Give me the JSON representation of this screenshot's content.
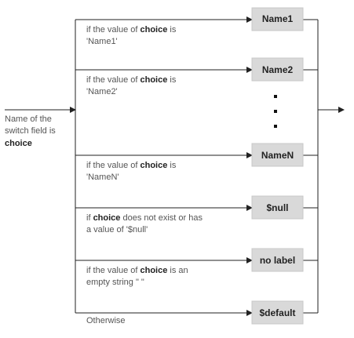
{
  "input": {
    "line1": "Name of the",
    "line2": "switch field is",
    "line3": "choice"
  },
  "branches": [
    {
      "node": "Name1",
      "cond_line1_a": "if the value of ",
      "cond_line1_bold": "choice",
      "cond_line1_b": " is",
      "cond_line2": "'Name1'"
    },
    {
      "node": "Name2",
      "cond_line1_a": "if the value of ",
      "cond_line1_bold": "choice",
      "cond_line1_b": " is",
      "cond_line2": "'Name2'"
    },
    {
      "node": "NameN",
      "cond_line1_a": "if the value of ",
      "cond_line1_bold": "choice",
      "cond_line1_b": " is",
      "cond_line2": "'NameN'"
    },
    {
      "node": "$null",
      "cond_line1_a": "if ",
      "cond_line1_bold": "choice",
      "cond_line1_b": " does not exist or has",
      "cond_line2": "a value of '$null'"
    },
    {
      "node": "no label",
      "cond_line1_a": "if the value of ",
      "cond_line1_bold": "choice",
      "cond_line1_b": " is an",
      "cond_line2": "empty string \" \""
    },
    {
      "node": "$default",
      "cond_line1_a": "Otherwise",
      "cond_line1_bold": "",
      "cond_line1_b": "",
      "cond_line2": ""
    }
  ],
  "colors": {
    "node_fill": "#d9d9d9",
    "line": "#222222",
    "text": "#555555"
  }
}
